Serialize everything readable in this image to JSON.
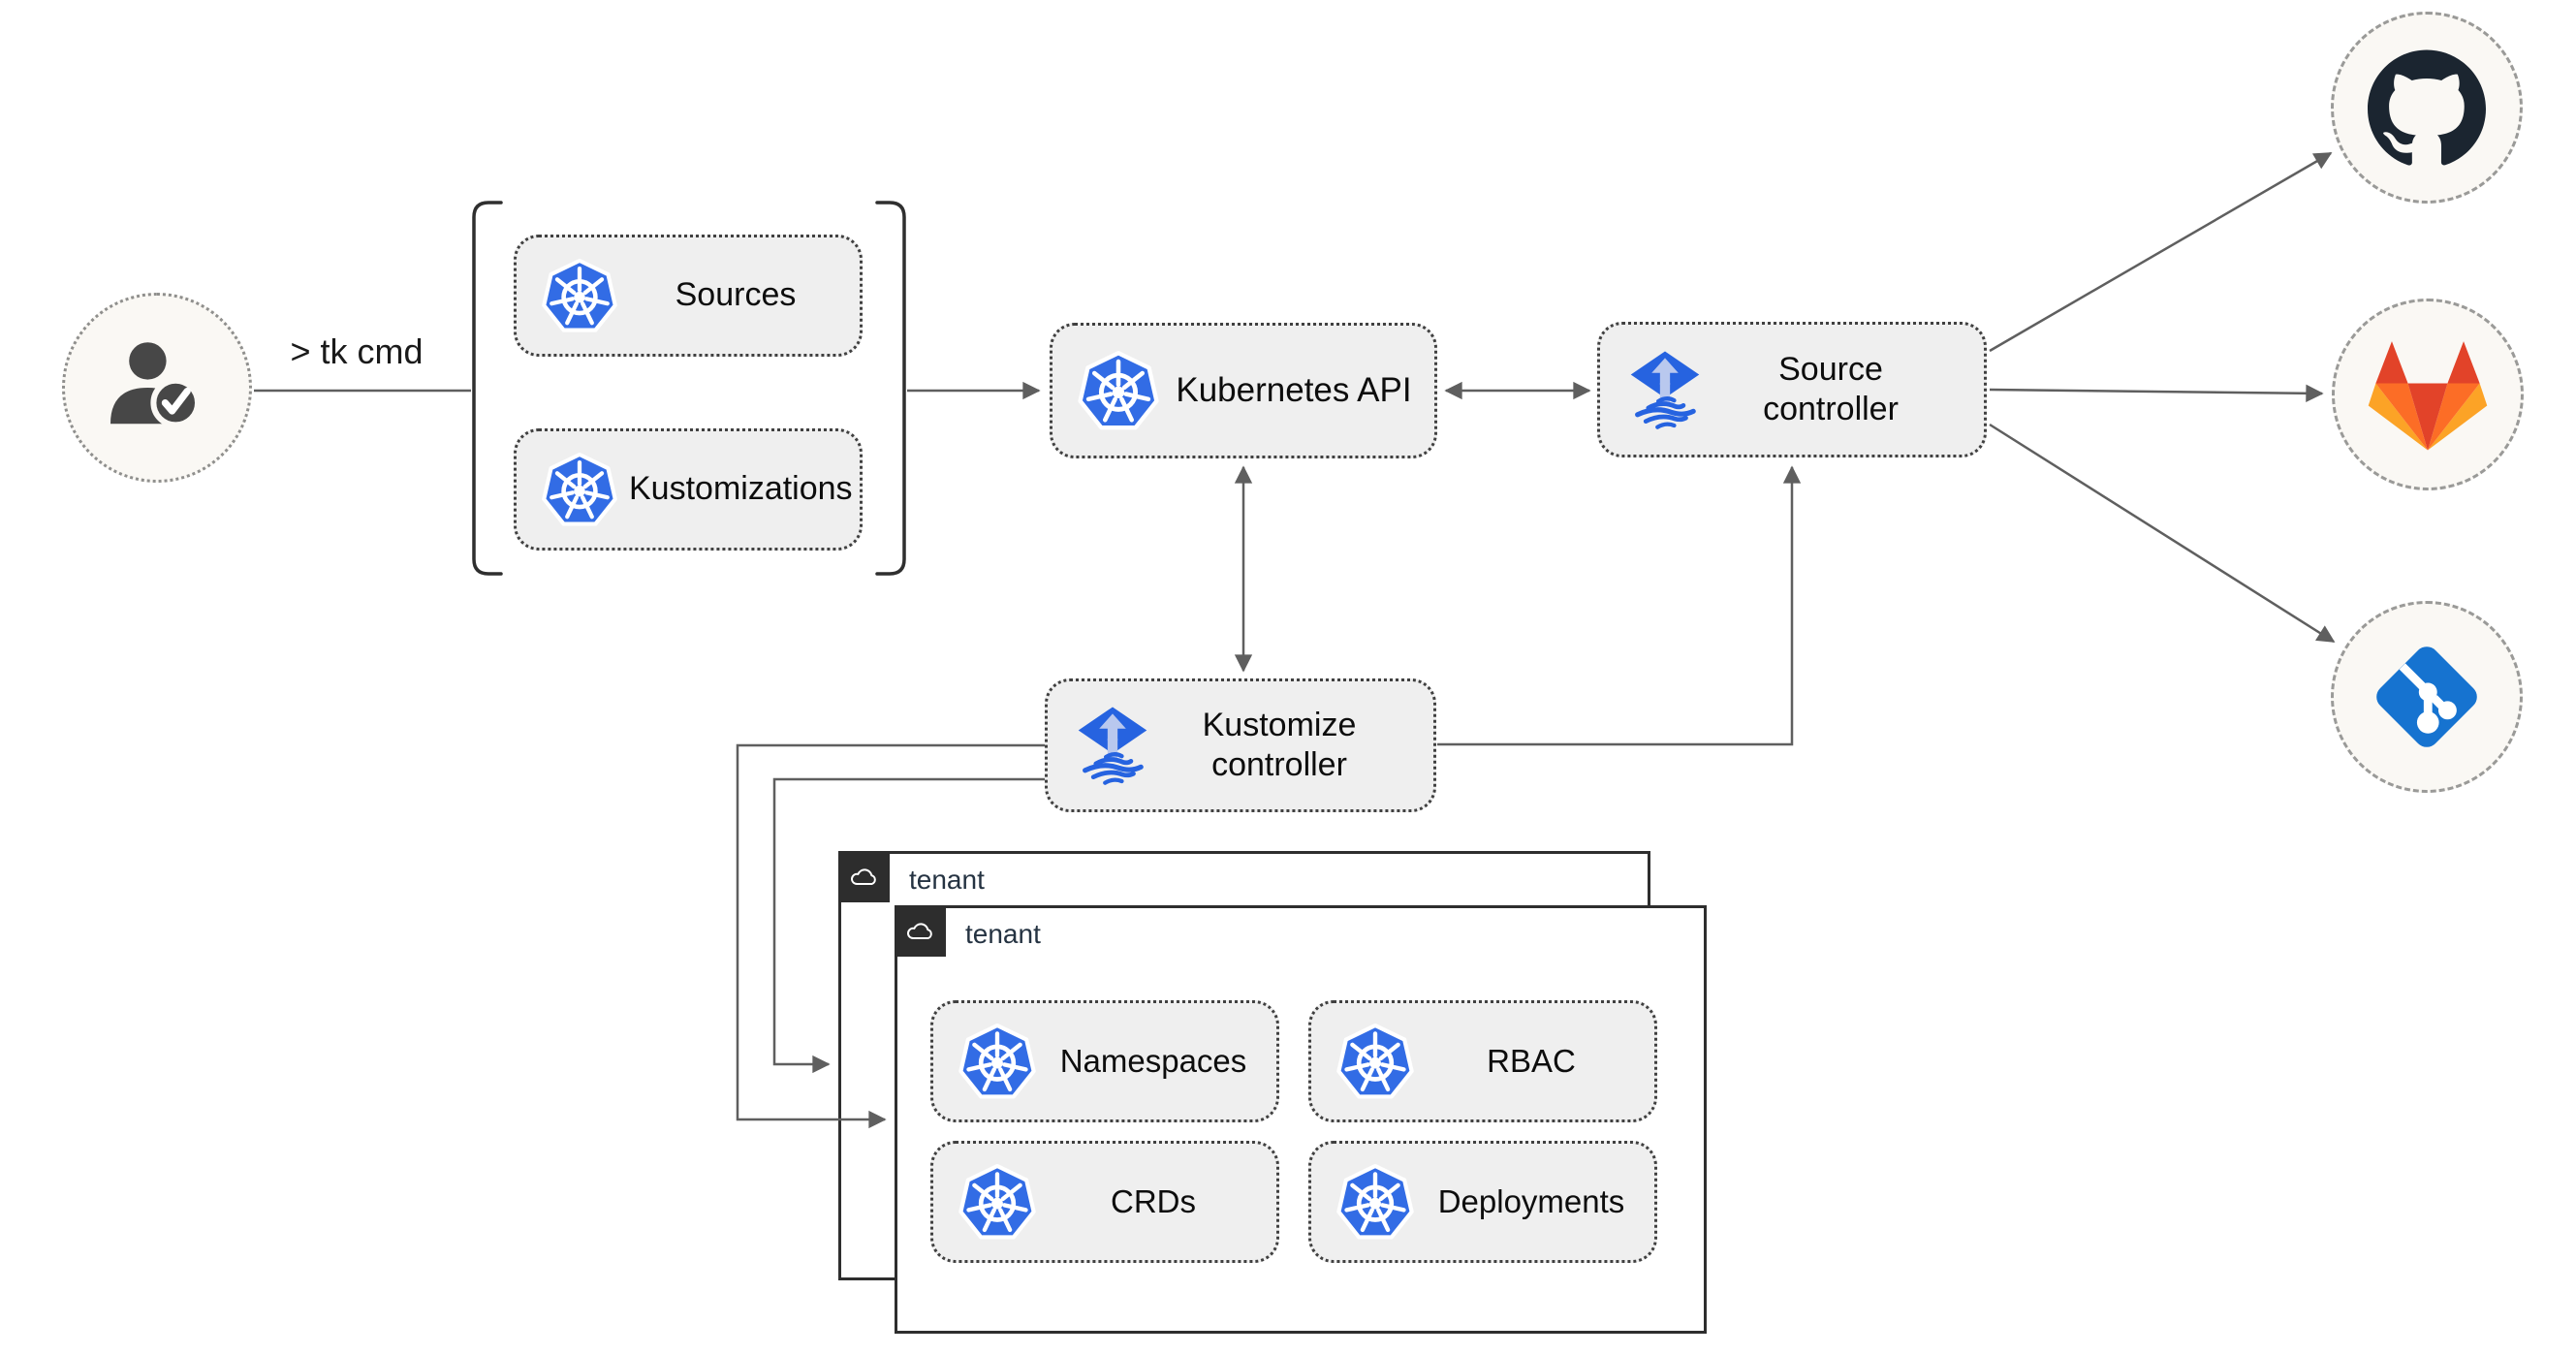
{
  "actor": {
    "command_label": "> tk cmd",
    "icon": "user-check-icon"
  },
  "crd_group": {
    "items": [
      {
        "label": "Sources",
        "icon": "kubernetes-icon"
      },
      {
        "label": "Kustomizations",
        "icon": "kubernetes-icon"
      }
    ]
  },
  "nodes": {
    "kubernetes_api": {
      "label": "Kubernetes API",
      "icon": "kubernetes-icon"
    },
    "source_controller": {
      "label": "Source controller",
      "icon": "flux-icon"
    },
    "kustomize_controller": {
      "label": "Kustomize controller",
      "icon": "flux-icon"
    }
  },
  "tenants": [
    {
      "label": "tenant",
      "icon": "cloud-icon"
    },
    {
      "label": "tenant",
      "icon": "cloud-icon",
      "resources": [
        {
          "label": "Namespaces",
          "icon": "kubernetes-icon"
        },
        {
          "label": "RBAC",
          "icon": "kubernetes-icon"
        },
        {
          "label": "CRDs",
          "icon": "kubernetes-icon"
        },
        {
          "label": "Deployments",
          "icon": "kubernetes-icon"
        }
      ]
    }
  ],
  "repositories": [
    {
      "icon": "github-icon"
    },
    {
      "icon": "gitlab-icon"
    },
    {
      "icon": "git-icon"
    }
  ],
  "colors": {
    "kubernetes_blue": "#326ce5",
    "flux_blue": "#2663e0",
    "flux_arrow_light": "#b9c8ee",
    "github_dark": "#1b2530",
    "gitlab_red": "#e24329",
    "gitlab_orange": "#fc6d26",
    "gitlab_amber": "#fca326",
    "git_blue": "#1673d0",
    "node_fill": "#efefef",
    "connector_gray": "#5f5f5f",
    "tenant_badge_dark": "#2d2d2d"
  }
}
